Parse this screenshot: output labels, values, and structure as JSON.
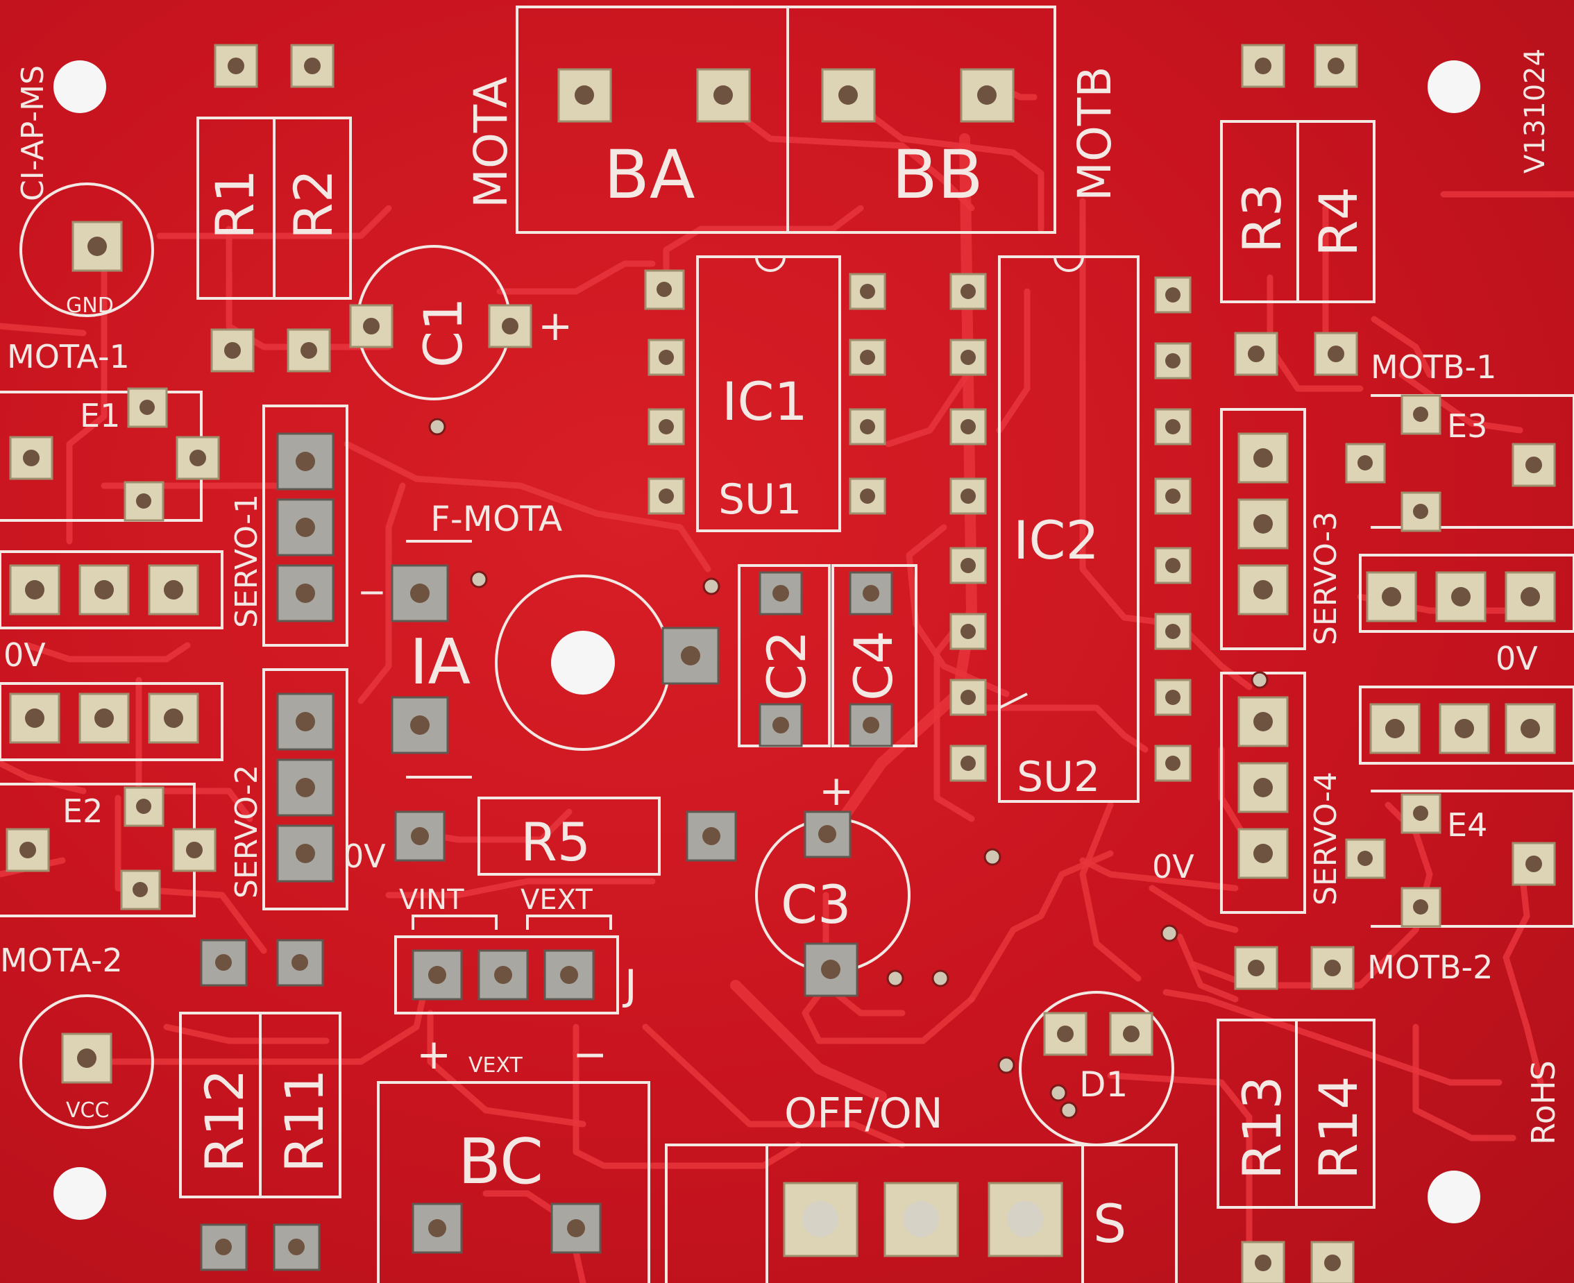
{
  "board": {
    "version": "V131024",
    "name": "CI-AP-MS",
    "rohs": "RoHS"
  },
  "labels": {
    "mota": "MOTA",
    "motb": "MOTB",
    "ba": "BA",
    "bb": "BB",
    "bc": "BC",
    "r1": "R1",
    "r2": "R2",
    "r3": "R3",
    "r4": "R4",
    "r5": "R5",
    "r11": "R11",
    "r12": "R12",
    "r13": "R13",
    "r14": "R14",
    "c1": "C1",
    "c2": "C2",
    "c3": "C3",
    "c4": "C4",
    "ic1": "IC1",
    "ic2": "IC2",
    "su1": "SU1",
    "su2": "SU2",
    "gnd": "GND",
    "vcc": "VCC",
    "mota1": "MOTA-1",
    "mota2": "MOTA-2",
    "motb1": "MOTB-1",
    "motb2": "MOTB-2",
    "e1": "E1",
    "e2": "E2",
    "e3": "E3",
    "e4": "E4",
    "servo1": "SERVO-1",
    "servo2": "SERVO-2",
    "servo3": "SERVO-3",
    "servo4": "SERVO-4",
    "zero_v": "0V",
    "f_mota": "F-MOTA",
    "ia": "IA",
    "vint": "VINT",
    "vext": "VEXT",
    "vext_small": "VEXT",
    "j": "J",
    "plus": "+",
    "minus": "−",
    "off_on": "OFF/ON",
    "s": "S",
    "d1": "D1"
  }
}
